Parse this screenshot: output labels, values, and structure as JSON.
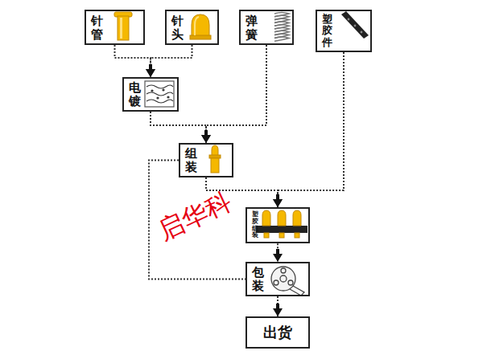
{
  "diagram": {
    "nodes": [
      {
        "text": [
          "针管"
        ]
      },
      {
        "text": [
          "针头"
        ]
      },
      {
        "text": [
          "弹簧"
        ]
      },
      {
        "text": [
          "塑胶件"
        ]
      },
      {
        "text": [
          "电镀"
        ]
      },
      {
        "text": [
          "组装"
        ]
      },
      {
        "text": [
          "塑胶组装"
        ]
      },
      {
        "text": [
          "包装"
        ]
      },
      {
        "text": [
          "出货"
        ]
      }
    ],
    "edges": [
      {
        "from": 0,
        "to": 4,
        "arrow": "to"
      },
      {
        "from": 1,
        "to": 4,
        "arrow": "to"
      },
      {
        "from": 4,
        "to": 5,
        "arrow": "to"
      },
      {
        "from": 2,
        "to": 5,
        "arrow": "to"
      },
      {
        "from": 5,
        "to": 6,
        "arrow": "to"
      },
      {
        "from": 3,
        "to": 6,
        "arrow": "to"
      },
      {
        "from": 6,
        "to": 7,
        "arrow": "to"
      },
      {
        "from": 5,
        "to": 7,
        "arrow": "none"
      },
      {
        "from": 7,
        "to": 8,
        "arrow": "to"
      }
    ],
    "labels": [
      "启华科"
    ]
  }
}
